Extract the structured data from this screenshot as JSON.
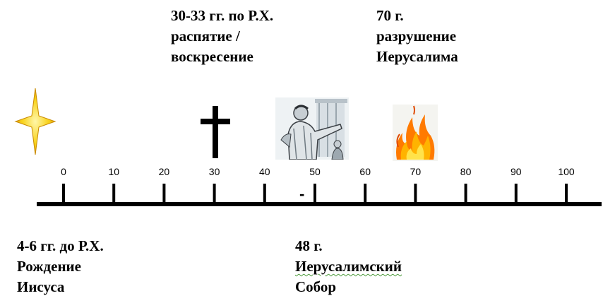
{
  "events": {
    "birth": {
      "lines": [
        "4-6 гг. до Р.Х.",
        "Рождение",
        "Иисуса"
      ],
      "icon": "star-icon"
    },
    "crucifixion": {
      "lines": [
        "30-33 гг. по Р.Х.",
        "распятие /",
        "воскресение"
      ],
      "icon": "cross-icon"
    },
    "council": {
      "lines": [
        "48 г.",
        "Иерусалимский",
        "Собор"
      ],
      "icon": "preacher-icon"
    },
    "destruction": {
      "lines": [
        "70 г.",
        "разрушение",
        "Иерусалима"
      ],
      "icon": "fire-icon"
    }
  },
  "timeline": {
    "ticks": [
      "0",
      "10",
      "20",
      "30",
      "40",
      "50",
      "60",
      "70",
      "80",
      "90",
      "100"
    ],
    "council_marker": "-"
  },
  "colors": {
    "star": "#f5c400",
    "cross": "#000000",
    "fire": "#ff6a00",
    "spellcheck_underline": "#4a9a3a"
  }
}
